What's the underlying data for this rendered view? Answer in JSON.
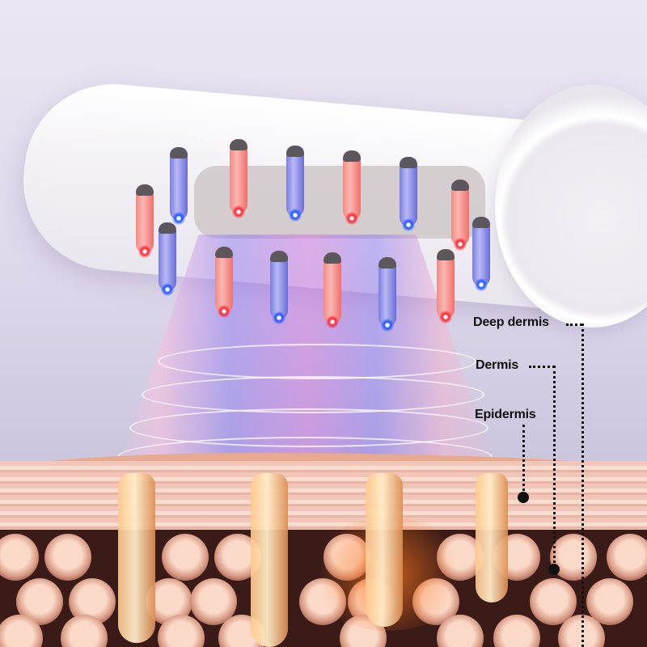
{
  "illustration": {
    "subject": "LED light therapy scalp comb device with red and blue light emitting pins over skin cross-section",
    "led_colors": {
      "red": "#ff2030",
      "blue": "#1c52ff"
    },
    "labels": [
      {
        "text": "Deep dermis"
      },
      {
        "text": "Dermis"
      },
      {
        "text": "Epidermis"
      }
    ]
  }
}
